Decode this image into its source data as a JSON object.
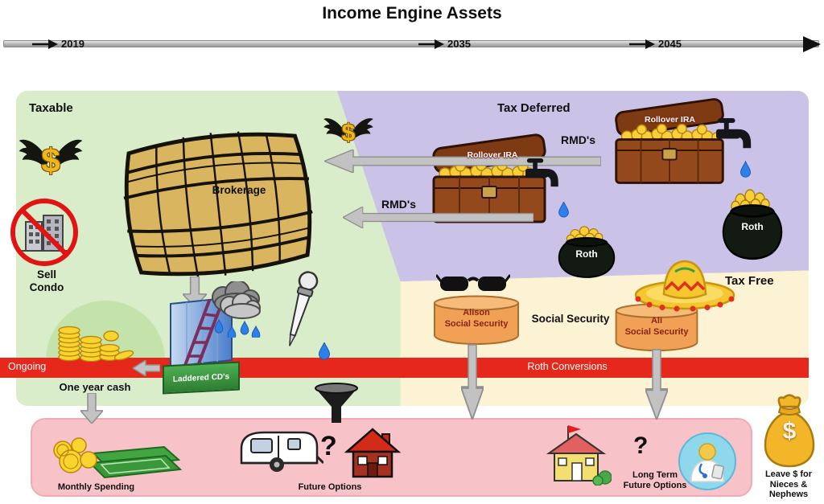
{
  "title": "Income Engine Assets",
  "timeline": {
    "year_2019": "2019",
    "year_2035": "2035",
    "year_2045": "2045"
  },
  "regions": {
    "taxable": "Taxable",
    "tax_deferred": "Tax Deferred",
    "tax_free": "Tax Free"
  },
  "taxable": {
    "brokerage": "Brokerage",
    "sell_condo": "Sell Condo",
    "one_year_cash": "One year cash",
    "laddered_cds": "Laddered CD's"
  },
  "tax_deferred": {
    "rollover_ira": "Rollover IRA",
    "rmds": "RMD's"
  },
  "tax_free": {
    "roth": "Roth"
  },
  "social_security": {
    "heading": "Social Security",
    "alison_name": "Alison",
    "ali_name": "Ali",
    "program": "Social Security"
  },
  "flows": {
    "ongoing": "Ongoing",
    "roth_conversions": "Roth Conversions"
  },
  "spending": {
    "monthly_spending": "Monthly Spending",
    "future_options": "Future Options",
    "long_term_line1": "Long Term",
    "long_term_line2": "Future Options",
    "question_mark": "?"
  },
  "legacy": {
    "dollar_sign": "$",
    "note": "Leave $ for Nieces & Nephews"
  },
  "colors": {
    "taxable_green": "#d9edca",
    "tax_deferred_purple": "#cbc2e7",
    "tax_free_yellow": "#fcf3d4",
    "flow_red": "#e6271c",
    "spending_pink": "#f8c2c9",
    "cylinder_orange": "#f0a155",
    "gold": "#f6c62f",
    "arrow_gray": "#c2c2c2"
  },
  "icons": {
    "winged_dollar": "dollar-with-wings",
    "barrel": "brokerage-barrel",
    "no_condo": "no-condo-sign",
    "treasure_chest": "treasure-chest",
    "faucet": "faucet",
    "water_drop": "water-drop",
    "roth_pot": "pot-of-gold",
    "sunglasses": "sunglasses",
    "sombrero": "sombrero",
    "coin_stack": "coin-stacks",
    "laddered_wall": "ladder-and-wall",
    "rain_cloud": "rain-cloud",
    "eyedropper": "eyedropper",
    "cash_pile": "coins-and-bills",
    "camper": "camper-trailer",
    "funnel": "funnel",
    "house": "house",
    "doctor": "doctor-badge",
    "money_bag": "money-bag"
  }
}
